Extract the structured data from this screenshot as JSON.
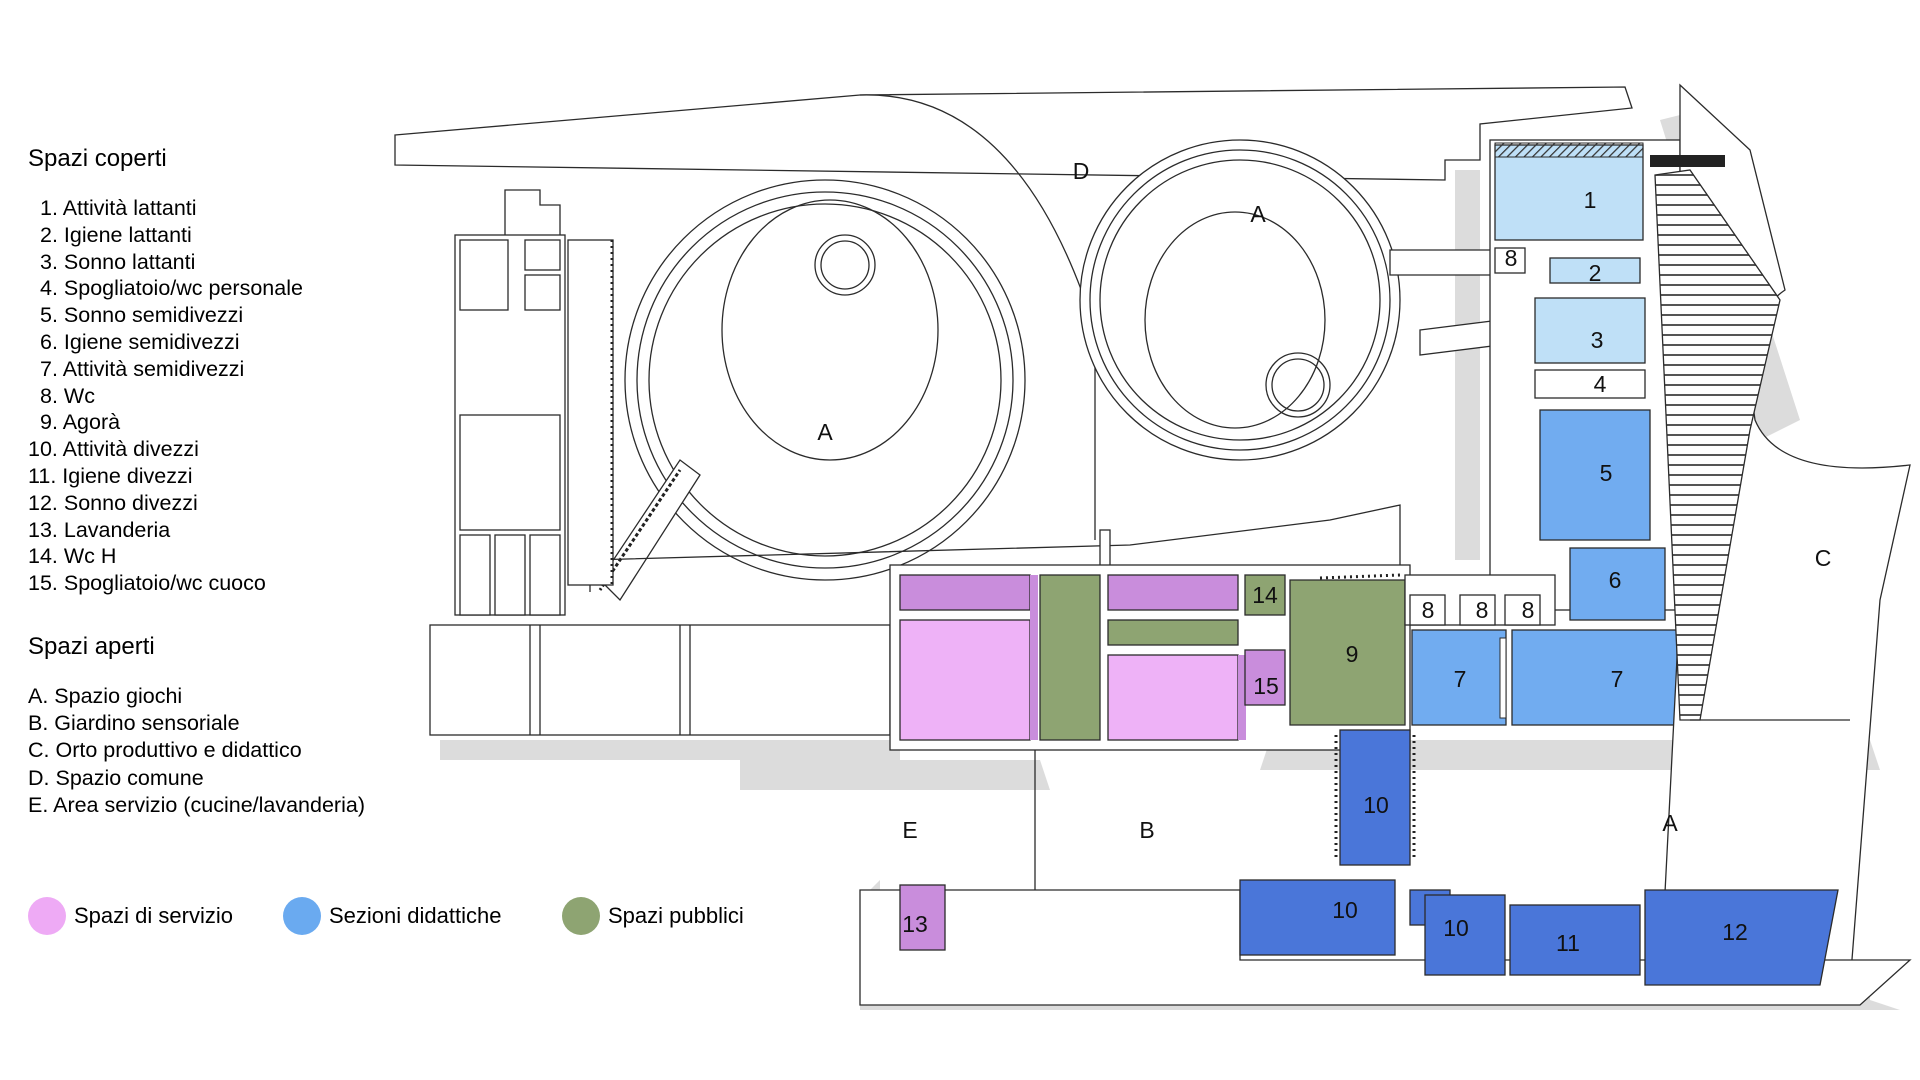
{
  "legend": {
    "covered_title": "Spazi coperti",
    "covered_items": [
      "1. Attività lattanti",
      "2. Igiene lattanti",
      "3. Sonno lattanti",
      "4. Spogliatoio/wc personale",
      "5. Sonno semidivezzi",
      "6. Igiene semidivezzi",
      "7. Attività semidivezzi",
      "8. Wc",
      "9. Agorà",
      "10. Attività divezzi",
      "11. Igiene divezzi",
      "12. Sonno divezzi",
      "13. Lavanderia",
      "14. Wc H",
      "15. Spogliatoio/wc cuoco"
    ],
    "open_title": "Spazi aperti",
    "open_items": [
      "A. Spazio giochi",
      "B. Giardino sensoriale",
      "C. Orto produttivo e didattico",
      "D. Spazio comune",
      "E. Area servizio (cucine/lavanderia)"
    ]
  },
  "categories": [
    {
      "label": "Spazi di servizio",
      "color": "#eeaaf5",
      "icon": "category-dot"
    },
    {
      "label": "Sezioni didattiche",
      "color": "#6aaaf0",
      "icon": "category-dot"
    },
    {
      "label": "Spazi pubblici",
      "color": "#8ea472",
      "icon": "category-dot"
    }
  ],
  "colors": {
    "service_light": "#eeb2f7",
    "service_dark": "#c98ddc",
    "didactic_light": "#bfe0f7",
    "didactic_mid": "#71acf0",
    "didactic_dark": "#4a76d9",
    "public": "#8ea472"
  },
  "rooms": [
    {
      "id": "1",
      "label": "1",
      "category": "didactic_light"
    },
    {
      "id": "2",
      "label": "2",
      "category": "didactic_light"
    },
    {
      "id": "3",
      "label": "3",
      "category": "didactic_light"
    },
    {
      "id": "4",
      "label": "4",
      "category": "wall"
    },
    {
      "id": "5",
      "label": "5",
      "category": "didactic_mid"
    },
    {
      "id": "6",
      "label": "6",
      "category": "didactic_mid"
    },
    {
      "id": "7a",
      "label": "7",
      "category": "didactic_mid"
    },
    {
      "id": "7b",
      "label": "7",
      "category": "didactic_mid"
    },
    {
      "id": "8a",
      "label": "8",
      "category": "wall"
    },
    {
      "id": "8b",
      "label": "8",
      "category": "wall"
    },
    {
      "id": "8c",
      "label": "8",
      "category": "wall"
    },
    {
      "id": "8d",
      "label": "8",
      "category": "wall"
    },
    {
      "id": "9",
      "label": "9",
      "category": "public"
    },
    {
      "id": "10a",
      "label": "10",
      "category": "didactic_dark"
    },
    {
      "id": "10b",
      "label": "10",
      "category": "didactic_dark"
    },
    {
      "id": "10c",
      "label": "10",
      "category": "didactic_dark"
    },
    {
      "id": "11",
      "label": "11",
      "category": "didactic_dark"
    },
    {
      "id": "12",
      "label": "12",
      "category": "didactic_dark"
    },
    {
      "id": "13",
      "label": "13",
      "category": "service_dark"
    },
    {
      "id": "14",
      "label": "14",
      "category": "public"
    },
    {
      "id": "15",
      "label": "15",
      "category": "service_dark"
    }
  ],
  "outdoor_labels": [
    {
      "id": "a-left-circle",
      "label": "A"
    },
    {
      "id": "a-right-circle",
      "label": "A"
    },
    {
      "id": "a-bottom-right",
      "label": "A"
    },
    {
      "id": "b",
      "label": "B"
    },
    {
      "id": "c",
      "label": "C"
    },
    {
      "id": "d",
      "label": "D"
    },
    {
      "id": "e",
      "label": "E"
    }
  ]
}
